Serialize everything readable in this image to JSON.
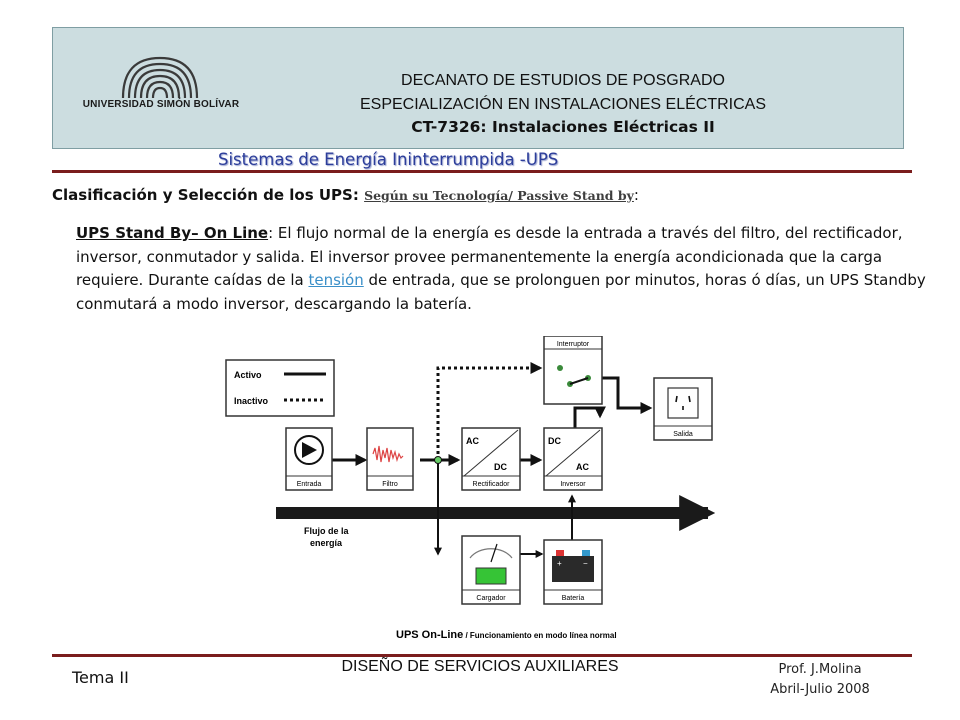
{
  "header": {
    "university": "UNIVERSIDAD SIMÓN BOLÍVAR",
    "line1": "DECANATO DE ESTUDIOS DE POSGRADO",
    "line2": "ESPECIALIZACIÓN EN INSTALACIONES ELÉCTRICAS",
    "line3": "CT-7326: Instalaciones Eléctricas II"
  },
  "slide_title": "Sistemas de Energía Ininterrumpida -UPS",
  "classification": {
    "main": "Clasificación y Selección de los UPS",
    "colon1": ": ",
    "sub": "Según su Tecnología/ Passive Stand by",
    "colon2": ":"
  },
  "paragraph": {
    "label": "UPS Stand By– On Line",
    "text1": ": El flujo normal de la energía es desde la entrada a través del filtro, del rectificador, inversor, conmutador y salida. El inversor provee permanentemente la energía acondicionada que la carga requiere. Durante caídas de la ",
    "link": "tensión",
    "text2": " de entrada, que se prolonguen por minutos, horas ó días, un UPS Standby conmutará a modo inversor, descargando la batería."
  },
  "diagram": {
    "legend_active": "Activo",
    "legend_inactive": "Inactivo",
    "interruptor": "Interruptor",
    "salida": "Salida",
    "entrada": "Entrada",
    "filtro": "Filtro",
    "rectificador": "Rectificador",
    "rect_ac": "AC",
    "rect_dc": "DC",
    "inversor": "Inversor",
    "inv_dc": "DC",
    "inv_ac": "AC",
    "flujo1": "Flujo de la",
    "flujo2": "energía",
    "cargador": "Cargador",
    "bateria": "Batería",
    "caption_bold": "UPS On-Line",
    "caption_rest": " / Funcionamiento en modo línea normal"
  },
  "footer": {
    "left": "Tema II",
    "center": "DISEÑO DE SERVICIOS AUXILIARES",
    "right1": "Prof. J.Molina",
    "right2": "Abril-Julio  2008"
  }
}
